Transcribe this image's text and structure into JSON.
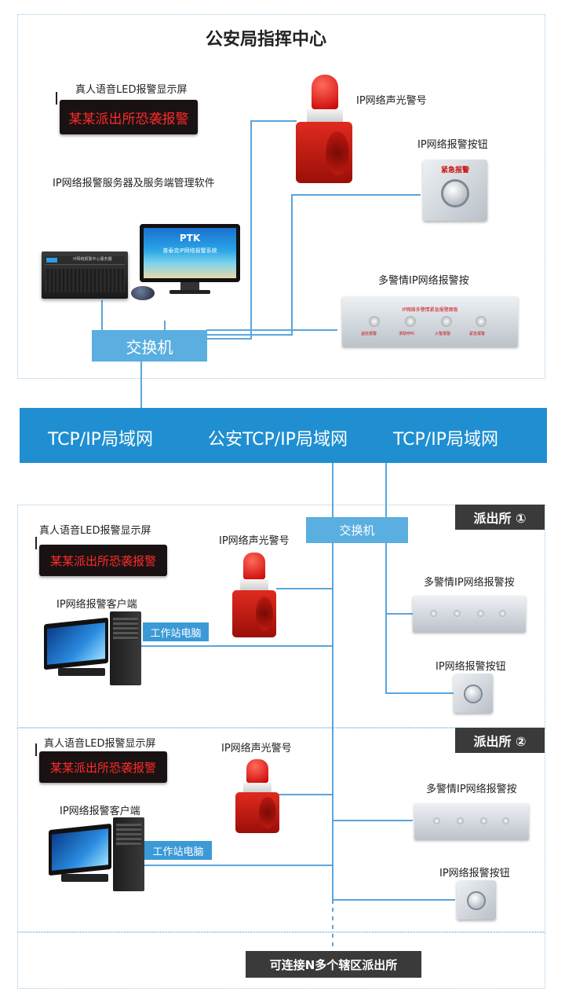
{
  "header": {
    "title": "公安局指挥中心"
  },
  "hq": {
    "led_label": "真人语音LED报警显示屏",
    "led_text": "某某派出所恐袭报警",
    "server_label": "IP网络报警服务器及服务端管理软件",
    "server_rack_text": "IP网络报警中心服务器",
    "monitor_brand": "PTK",
    "monitor_subtitle": "普泰克IP网络报警系统",
    "siren_label": "IP网络声光警号",
    "button_label": "IP网络报警按钮",
    "button_plate_text": "紧急报警",
    "multi_label": "多警情IP网络报警按",
    "multi_plate_title": "IP网络多警情紧急报警面板",
    "multi_buttons": [
      "盗抢报警",
      "求助呼叫",
      "火警报警",
      "紧急报警"
    ],
    "switch_label": "交换机"
  },
  "network": {
    "left": "TCP/IP局域网",
    "center": "公安TCP/IP局域网",
    "right": "TCP/IP局域网"
  },
  "station1": {
    "tag": "派出所 ①",
    "switch_label": "交换机",
    "led_label": "真人语音LED报警显示屏",
    "led_text": "某某派出所恐袭报警",
    "siren_label": "IP网络声光警号",
    "client_label": "IP网络报警客户端",
    "pc_label": "工作站电脑",
    "multi_label": "多警情IP网络报警按",
    "button_label": "IP网络报警按钮"
  },
  "station2": {
    "tag": "派出所 ②",
    "led_label": "真人语音LED报警显示屏",
    "led_text": "某某派出所恐袭报警",
    "siren_label": "IP网络声光警号",
    "client_label": "IP网络报警客户端",
    "pc_label": "工作站电脑",
    "multi_label": "多警情IP网络报警按",
    "button_label": "IP网络报警按钮"
  },
  "footer": {
    "note": "可连接N多个辖区派出所"
  },
  "colors": {
    "band": "#1f8fd1",
    "switch": "#5aaee0",
    "line": "#5aa5de",
    "led_text": "#ff2a2a",
    "tag": "#3a3a3a"
  }
}
